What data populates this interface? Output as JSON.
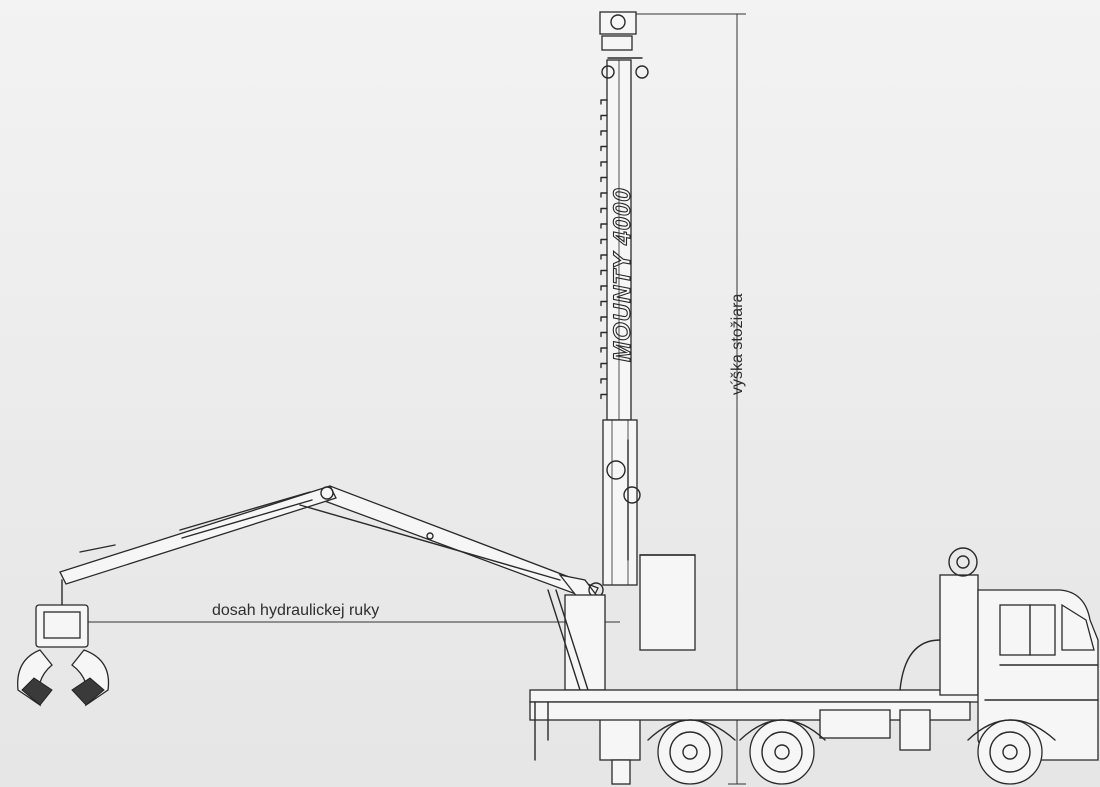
{
  "labels": {
    "mast_height": "výška stožiara",
    "arm_reach": "dosah hydraulickej ruky",
    "brand": "MOUNTY 4000"
  },
  "colors": {
    "background": "#ececec",
    "line": "#2a2a2a"
  }
}
